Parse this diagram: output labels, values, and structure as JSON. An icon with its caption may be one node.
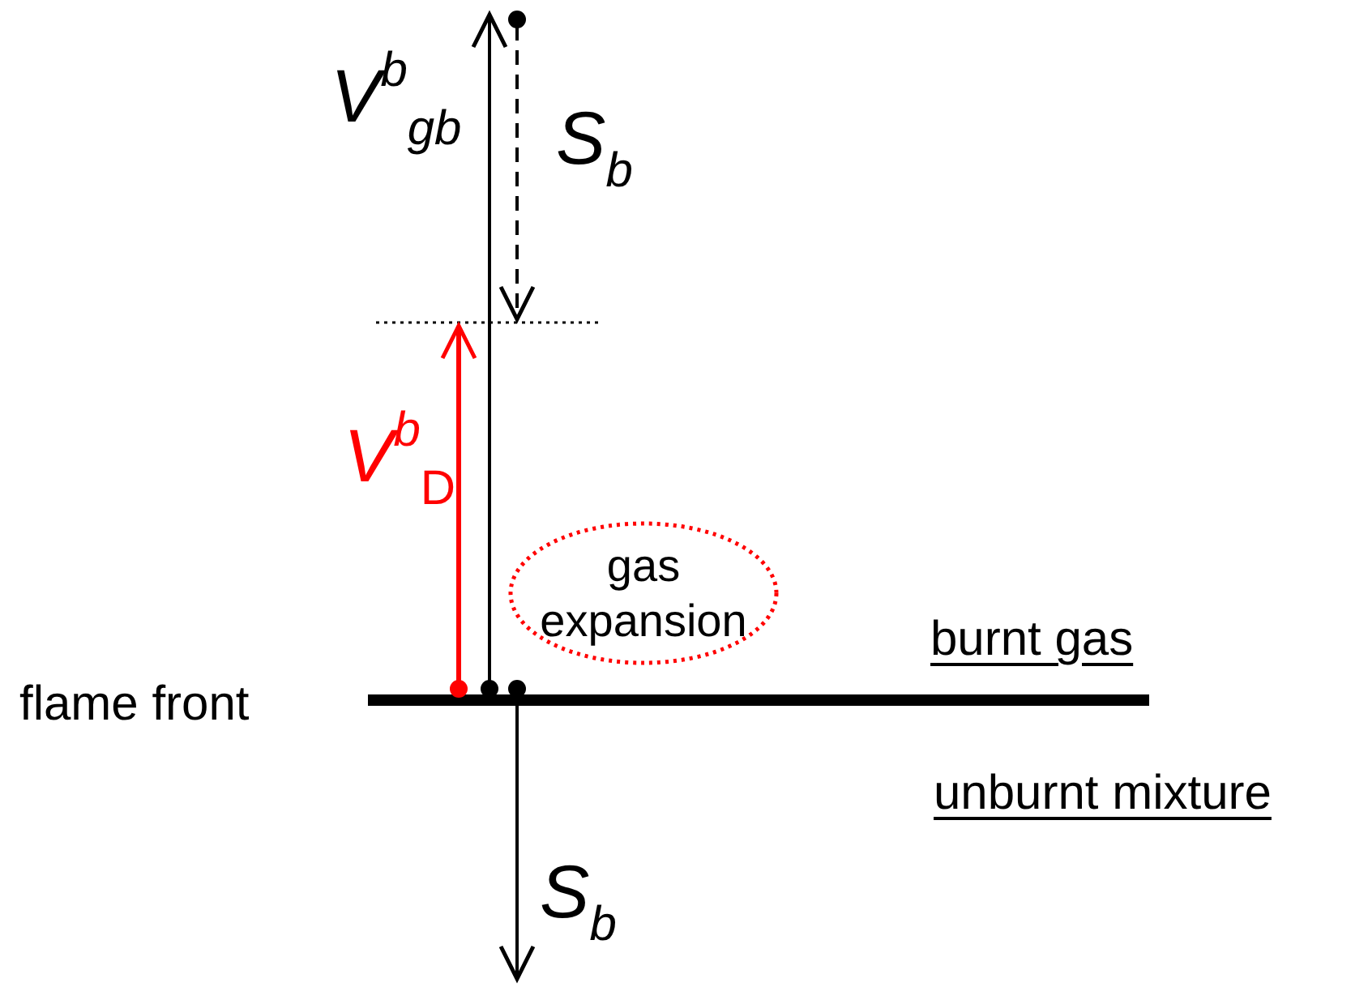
{
  "diagram": {
    "nodes": [
      {
        "text": [
          "gas expansion"
        ]
      }
    ],
    "labels": [
      "V$^{b}$$_{gb}$",
      "S$_{b}$",
      "V$^{b}$$_{D}$",
      "burnt gas",
      "flame front",
      "unburnt mixture",
      "S$_{b}$"
    ]
  }
}
